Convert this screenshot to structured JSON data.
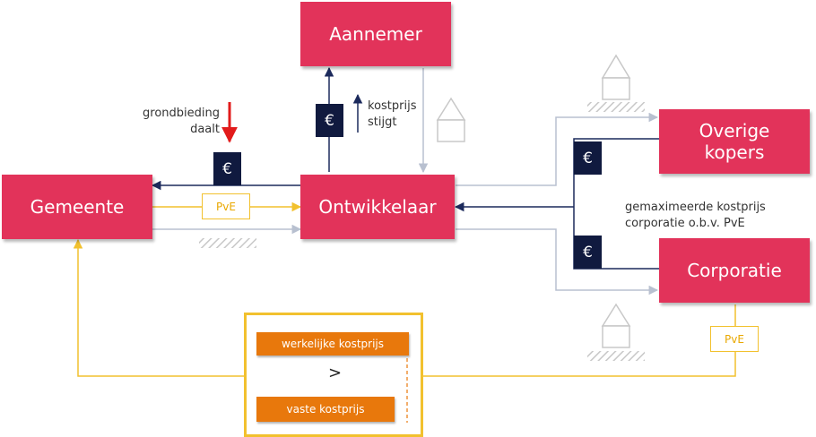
{
  "boxes": {
    "aannemer": "Aannemer",
    "gemeente": "Gemeente",
    "ontwikkelaar": "Ontwikkelaar",
    "overige_kopers_line1": "Overige",
    "overige_kopers_line2": "kopers",
    "corporatie": "Corporatie"
  },
  "labels": {
    "grondbieding_line1": "grondbieding",
    "grondbieding_line2": "daalt",
    "kostprijs_line1": "kostprijs",
    "kostprijs_line2": "stijgt",
    "gemaximeerde_line1": "gemaximeerde kostprijs",
    "gemaximeerde_line2": "corporatie o.b.v. PvE"
  },
  "euro_symbol": "€",
  "pve_label": "PvE",
  "comparison": {
    "werkelijke": "werkelijke kostprijs",
    "operator": ">",
    "vaste": "vaste kostprijs"
  },
  "colors": {
    "box": "#e2335a",
    "euro": "#101a3f",
    "navy_arrow": "#1c2a5c",
    "pve_yellow": "#f2c12e",
    "orange": "#e8780c",
    "gray_arrow": "#b8c0d0",
    "red_arrow": "#e21b1b"
  }
}
